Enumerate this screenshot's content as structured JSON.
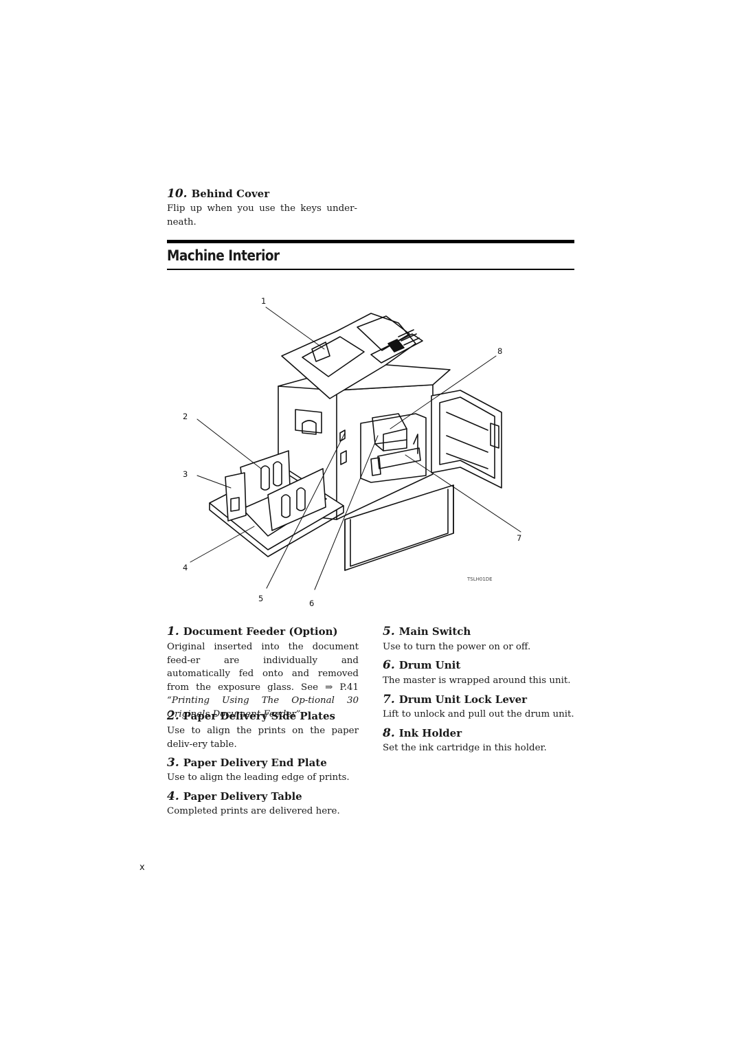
{
  "behind_cover": {
    "number": "10.",
    "title": "Behind Cover",
    "desc": "Flip up when you use the keys under-neath."
  },
  "section": {
    "title": "Machine Interior"
  },
  "figure": {
    "code": "TSLH01DE",
    "callouts": [
      "1",
      "2",
      "3",
      "4",
      "5",
      "6",
      "7",
      "8"
    ]
  },
  "items": [
    {
      "number": "1.",
      "title": "Document Feeder (Option)",
      "desc": "Original inserted into the document feed-er are individually and automatically fed onto and removed from the exposure glass. See ⇒ P.41",
      "link": "“Printing Using The Op-tional 30 Originals Document Feeder”."
    },
    {
      "number": "2.",
      "title": "Paper Delivery Side Plates",
      "desc": "Use to align the prints on the paper deliv-ery table."
    },
    {
      "number": "3.",
      "title": "Paper Delivery End Plate",
      "desc": "Use to align the leading edge of prints."
    },
    {
      "number": "4.",
      "title": "Paper Delivery Table",
      "desc": "Completed prints are delivered here."
    },
    {
      "number": "5.",
      "title": "Main Switch",
      "desc": "Use to turn the power on or off."
    },
    {
      "number": "6.",
      "title": "Drum Unit",
      "desc": "The master is wrapped around this unit."
    },
    {
      "number": "7.",
      "title": "Drum Unit Lock Lever",
      "desc": "Lift to unlock and pull out the drum unit."
    },
    {
      "number": "8.",
      "title": "Ink Holder",
      "desc": "Set the ink cartridge in this holder."
    }
  ],
  "page_number": "x"
}
